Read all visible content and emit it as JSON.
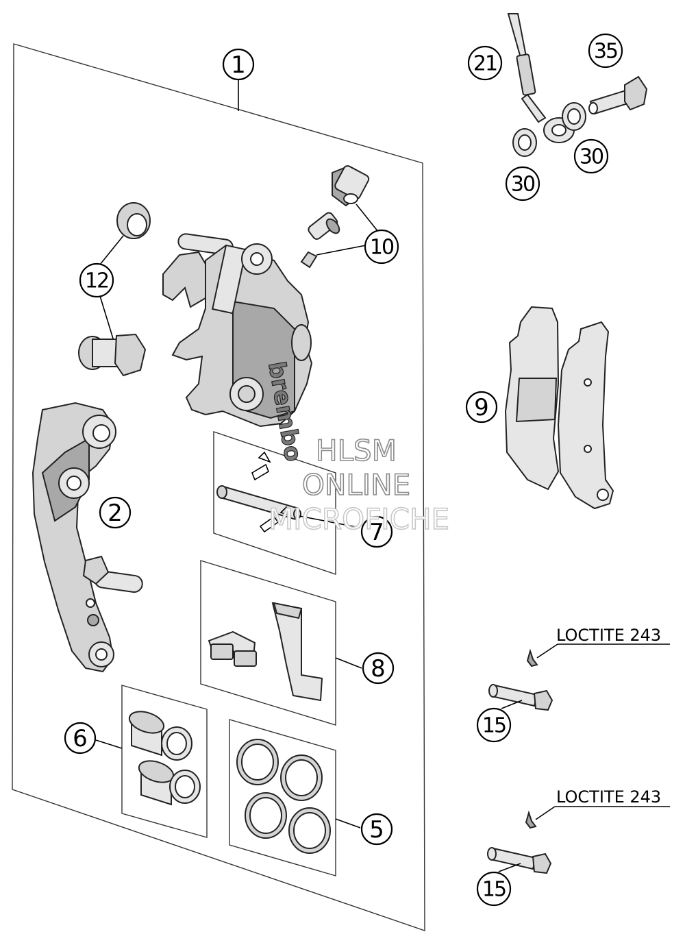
{
  "callouts": {
    "c1": "1",
    "c2": "2",
    "c5": "5",
    "c6": "6",
    "c7": "7",
    "c8": "8",
    "c9": "9",
    "c10": "10",
    "c12": "12",
    "c15a": "15",
    "c15b": "15",
    "c21": "21",
    "c30a": "30",
    "c30b": "30",
    "c35": "35"
  },
  "notes": {
    "loctite_1": "LOCTITE 243",
    "loctite_2": "LOCTITE 243"
  },
  "watermark": {
    "line1": "HLSM",
    "line2": "ONLINE",
    "line3": "MICROFICHE"
  }
}
